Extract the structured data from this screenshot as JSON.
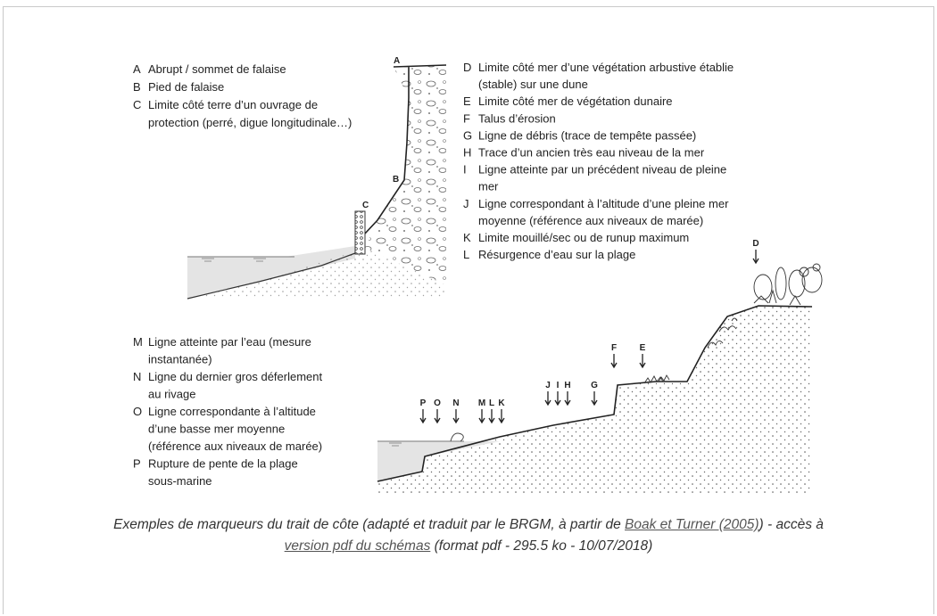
{
  "legend_left_top": [
    {
      "key": "A",
      "lines": [
        "Abrupt / sommet de falaise"
      ]
    },
    {
      "key": "B",
      "lines": [
        "Pied de falaise"
      ]
    },
    {
      "key": "C",
      "lines": [
        "Limite côté terre d’un ouvrage de",
        "protection (perré, digue longitudinale…)"
      ]
    }
  ],
  "legend_right": [
    {
      "key": "D",
      "lines": [
        "Limite côté mer d’une végétation arbustive établie",
        "(stable) sur une dune"
      ]
    },
    {
      "key": "E",
      "lines": [
        "Limite côté mer de végétation dunaire"
      ]
    },
    {
      "key": "F",
      "lines": [
        "Talus d’érosion"
      ]
    },
    {
      "key": "G",
      "lines": [
        "Ligne de débris (trace de tempête passée)"
      ]
    },
    {
      "key": "H",
      "lines": [
        "Trace d’un ancien très eau niveau de la mer"
      ]
    },
    {
      "key": "I",
      "lines": [
        "Ligne atteinte par un précédent niveau de pleine",
        "mer"
      ]
    },
    {
      "key": "J",
      "lines": [
        "Ligne correspondant à l’altitude d’une pleine mer",
        "moyenne (référence aux niveaux de marée)"
      ]
    },
    {
      "key": "K",
      "lines": [
        "Limite mouillé/sec ou de runup maximum"
      ]
    },
    {
      "key": "L",
      "lines": [
        "Résurgence d’eau sur la plage"
      ]
    }
  ],
  "legend_left_bottom": [
    {
      "key": "M",
      "lines": [
        "Ligne atteinte par l’eau (mesure",
        "instantanée)"
      ]
    },
    {
      "key": "N",
      "lines": [
        "Ligne du dernier gros déferlement",
        "au rivage"
      ]
    },
    {
      "key": "O",
      "lines": [
        "Ligne correspondante à l’altitude",
        "d’une basse mer moyenne",
        "(référence aux niveaux de marée)"
      ]
    },
    {
      "key": "P",
      "lines": [
        "Rupture de pente de la plage",
        "sous-marine"
      ]
    }
  ],
  "markers": {
    "cliff": [
      "A",
      "B",
      "C"
    ],
    "beach": [
      "P",
      "O",
      "N",
      "M",
      "L",
      "K",
      "J",
      "I",
      "H",
      "G",
      "F",
      "E",
      "D"
    ]
  },
  "caption": {
    "text_1": "Exemples de marqueurs du trait de côte (adapté et traduit par le BRGM, à partir de ",
    "link_1": "Boak et Turner (2005)",
    "text_2": ") - accès à ",
    "link_2": "version pdf du schémas",
    "text_3": " (format pdf - 295.5 ko - 10/07/2018)"
  }
}
